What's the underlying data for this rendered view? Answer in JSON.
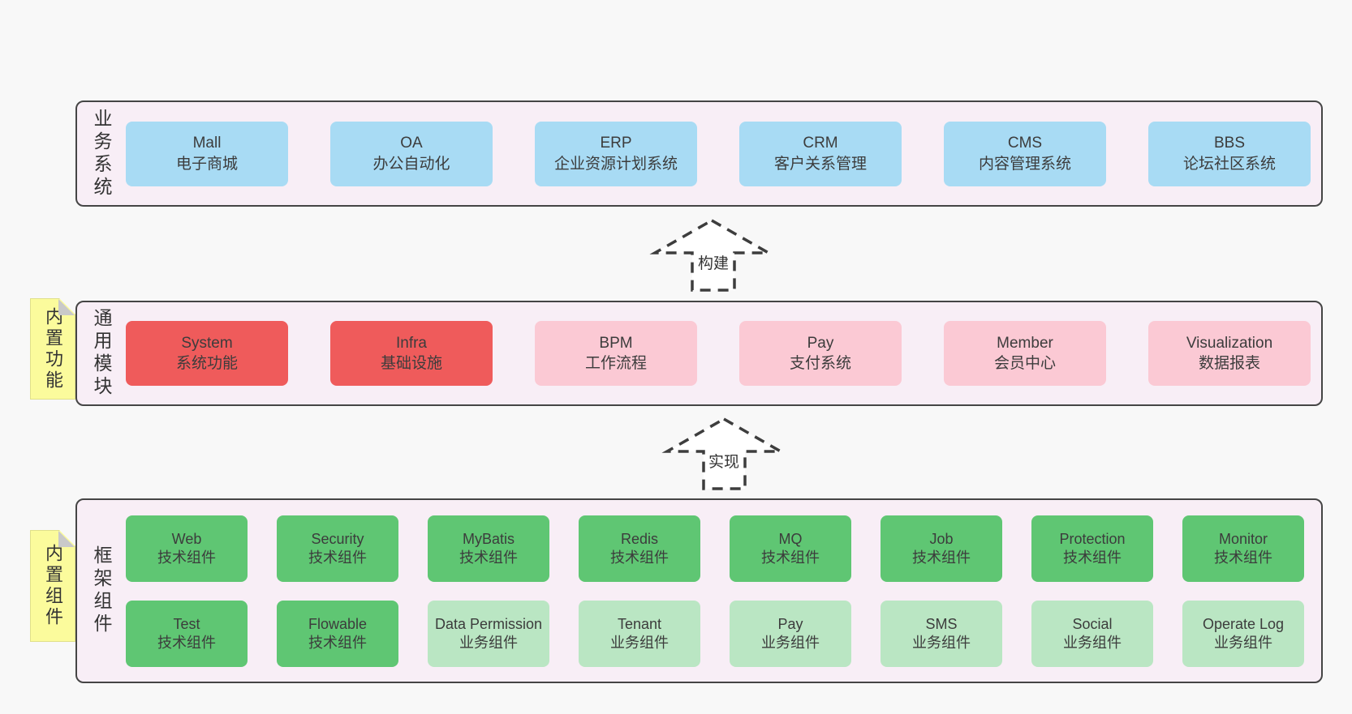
{
  "diagram": {
    "bands": [
      {
        "label": "业务系统",
        "rows": [
          [
            {
              "title": "Mall",
              "subtitle": "电子商城",
              "variant": "blue"
            },
            {
              "title": "OA",
              "subtitle": "办公自动化",
              "variant": "blue"
            },
            {
              "title": "ERP",
              "subtitle": "企业资源计划系统",
              "variant": "blue"
            },
            {
              "title": "CRM",
              "subtitle": "客户关系管理",
              "variant": "blue"
            },
            {
              "title": "CMS",
              "subtitle": "内容管理系统",
              "variant": "blue"
            },
            {
              "title": "BBS",
              "subtitle": "论坛社区系统",
              "variant": "blue"
            }
          ]
        ]
      },
      {
        "label": "通用模块",
        "sticky": "内置功能",
        "rows": [
          [
            {
              "title": "System",
              "subtitle": "系统功能",
              "variant": "red"
            },
            {
              "title": "Infra",
              "subtitle": "基础设施",
              "variant": "red"
            },
            {
              "title": "BPM",
              "subtitle": "工作流程",
              "variant": "pink"
            },
            {
              "title": "Pay",
              "subtitle": "支付系统",
              "variant": "pink"
            },
            {
              "title": "Member",
              "subtitle": "会员中心",
              "variant": "pink"
            },
            {
              "title": "Visualization",
              "subtitle": "数据报表",
              "variant": "pink"
            }
          ]
        ]
      },
      {
        "label": "框架组件",
        "sticky": "内置组件",
        "rows": [
          [
            {
              "title": "Web",
              "subtitle": "技术组件",
              "variant": "green"
            },
            {
              "title": "Security",
              "subtitle": "技术组件",
              "variant": "green"
            },
            {
              "title": "MyBatis",
              "subtitle": "技术组件",
              "variant": "green"
            },
            {
              "title": "Redis",
              "subtitle": "技术组件",
              "variant": "green"
            },
            {
              "title": "MQ",
              "subtitle": "技术组件",
              "variant": "green"
            },
            {
              "title": "Job",
              "subtitle": "技术组件",
              "variant": "green"
            },
            {
              "title": "Protection",
              "subtitle": "技术组件",
              "variant": "green"
            },
            {
              "title": "Monitor",
              "subtitle": "技术组件",
              "variant": "green"
            }
          ],
          [
            {
              "title": "Test",
              "subtitle": "技术组件",
              "variant": "green"
            },
            {
              "title": "Flowable",
              "subtitle": "技术组件",
              "variant": "green"
            },
            {
              "title": "Data Permission",
              "subtitle": "业务组件",
              "variant": "green-light"
            },
            {
              "title": "Tenant",
              "subtitle": "业务组件",
              "variant": "green-light"
            },
            {
              "title": "Pay",
              "subtitle": "业务组件",
              "variant": "green-light"
            },
            {
              "title": "SMS",
              "subtitle": "业务组件",
              "variant": "green-light"
            },
            {
              "title": "Social",
              "subtitle": "业务组件",
              "variant": "green-light"
            },
            {
              "title": "Operate Log",
              "subtitle": "业务组件",
              "variant": "green-light"
            }
          ]
        ]
      }
    ],
    "arrows": [
      {
        "label": "构建"
      },
      {
        "label": "实现"
      }
    ],
    "colors": {
      "page_bg": "#f8f8f8",
      "band_bg": "#f8eef6",
      "band_border": "#454545",
      "blue": "#a8dbf4",
      "red": "#ef5b5b",
      "pink": "#fbc9d4",
      "green": "#5fc673",
      "green_light": "#bae6c3",
      "sticky": "#fbfb9c",
      "sticky_fold": "#c9c9c9",
      "text": "#3c3c3c"
    }
  }
}
